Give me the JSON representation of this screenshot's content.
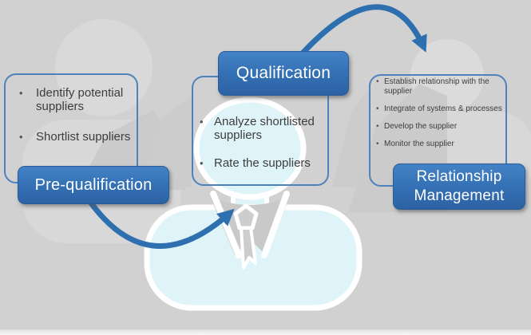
{
  "stages": [
    {
      "label": "Pre-qualification",
      "bullets": [
        "Identify potential suppliers",
        "Shortlist suppliers"
      ]
    },
    {
      "label": "Qualification",
      "bullets": [
        "Analyze shortlisted suppliers",
        "Rate the suppliers"
      ]
    },
    {
      "label": "Relationship Management",
      "bullets": [
        "Establish relationship with the supplier",
        "Integrate of systems & processes",
        "Develop the supplier",
        "Monitor the supplier"
      ]
    }
  ],
  "icons": {
    "figure": "businessman-silhouette",
    "arrow_1": "curved-arrow-pre-to-qualification",
    "arrow_2": "curved-arrow-qualification-to-relationship"
  },
  "colors": {
    "background": "#D1D1D1",
    "header_gradient_top": "#4482C6",
    "header_gradient_bottom": "#2C62A4",
    "outline_border": "#4F81BD",
    "arrow": "#2E6FAF",
    "figure_fill": "#DFF4F9",
    "figure_outline": "#FFFFFF",
    "bullet_text": "#3D3D3D"
  }
}
